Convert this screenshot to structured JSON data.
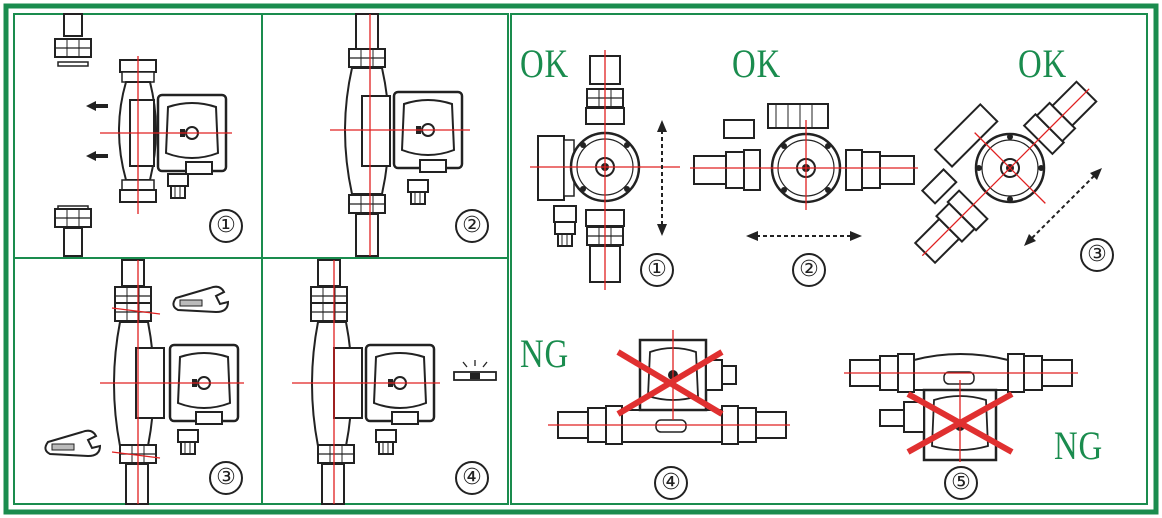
{
  "colors": {
    "frame": "#1a8c4e",
    "axis": "#e02020",
    "cross": "#e03030",
    "ink": "#222222"
  },
  "panels": {
    "p1": {
      "step": "①"
    },
    "p2": {
      "step": "②"
    },
    "p3": {
      "step": "③"
    },
    "p4": {
      "step": "④"
    }
  },
  "orientations": {
    "ok_label": "OK",
    "ng_label": "NG",
    "o1": {
      "step": "①",
      "status": "OK"
    },
    "o2": {
      "step": "②",
      "status": "OK"
    },
    "o3": {
      "step": "③",
      "status": "OK"
    },
    "o4": {
      "step": "④",
      "status": "NG"
    },
    "o5": {
      "step": "⑤",
      "status": "NG"
    }
  },
  "icons": [
    "arrow-left-icon",
    "wrench-icon",
    "level-icon",
    "double-arrow-icon",
    "cross-mark-icon"
  ]
}
